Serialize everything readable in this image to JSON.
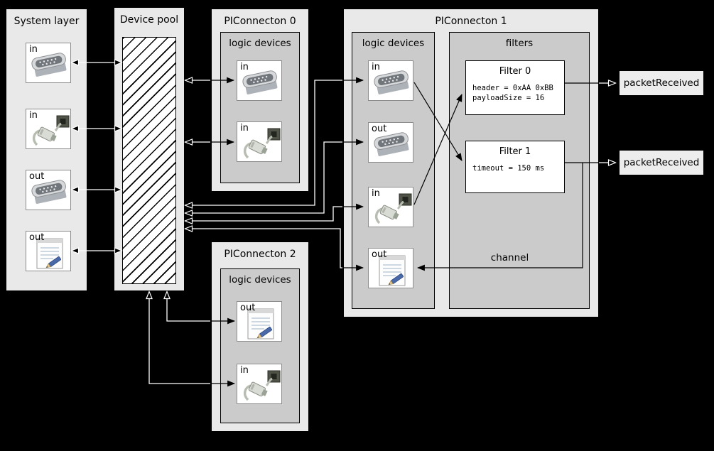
{
  "diagram": {
    "system_layer": {
      "title": "System layer",
      "devices": [
        {
          "label": "in",
          "icon": "serial-icon"
        },
        {
          "label": "in",
          "icon": "ethernet-icon"
        },
        {
          "label": "out",
          "icon": "serial-icon"
        },
        {
          "label": "out",
          "icon": "notepad-icon"
        }
      ]
    },
    "device_pool": {
      "title": "Device pool"
    },
    "piconnecton_0": {
      "title": "PIConnecton 0",
      "section_title": "logic devices",
      "devices": [
        {
          "label": "in",
          "icon": "serial-icon"
        },
        {
          "label": "in",
          "icon": "ethernet-icon"
        }
      ]
    },
    "piconnecton_1": {
      "title": "PIConnecton 1",
      "logic_section_title": "logic devices",
      "filters_section_title": "filters",
      "devices": [
        {
          "label": "in",
          "icon": "serial-icon"
        },
        {
          "label": "out",
          "icon": "serial-icon"
        },
        {
          "label": "in",
          "icon": "ethernet-icon"
        },
        {
          "label": "out",
          "icon": "notepad-icon"
        }
      ],
      "filters": [
        {
          "title": "Filter 0",
          "params": [
            "header = 0xAA 0xBB",
            "payloadSize = 16"
          ]
        },
        {
          "title": "Filter 1",
          "params": [
            "timeout = 150 ms"
          ]
        }
      ],
      "channel_label": "channel"
    },
    "piconnecton_2": {
      "title": "PIConnecton 2",
      "section_title": "logic devices",
      "devices": [
        {
          "label": "out",
          "icon": "notepad-icon"
        },
        {
          "label": "in",
          "icon": "ethernet-icon"
        }
      ]
    },
    "events": [
      {
        "label": "packetReceived"
      },
      {
        "label": "packetReceived"
      }
    ],
    "colors": {
      "background": "#000000",
      "panel_bg": "#e9e9e9",
      "section_bg": "#cbcbcb",
      "node_bg": "#ffffff",
      "line_light": "#ffffff",
      "line_dark": "#000000"
    }
  }
}
